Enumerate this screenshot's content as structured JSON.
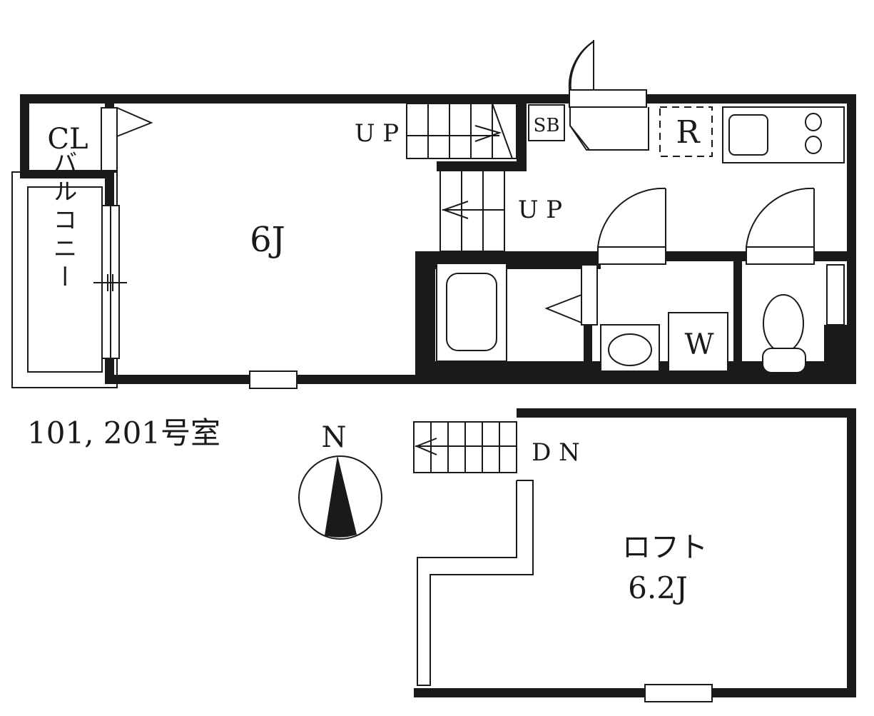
{
  "plan": {
    "unit_label": "101, 201号室",
    "colors": {
      "wall": "#1a1a1a",
      "background": "#ffffff"
    },
    "rooms": {
      "closet": "CL",
      "main_room": "6J",
      "balcony": "バルコニー",
      "shoe_box": "SB",
      "refrigerator": "R",
      "washer": "W",
      "loft_name": "ロフト",
      "loft_size": "6.2J"
    },
    "stairs": {
      "upper_label": "U P",
      "lower_label": "U P",
      "loft_label": "D N"
    },
    "compass": {
      "label": "N"
    }
  }
}
